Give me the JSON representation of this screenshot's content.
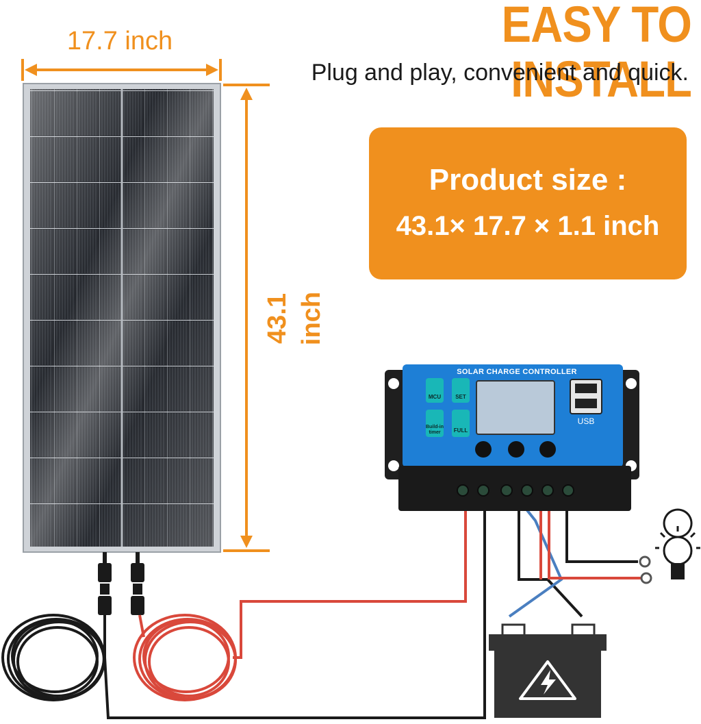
{
  "headline": "EASY TO INSTALL",
  "subline": "Plug and play, convenient and quick.",
  "product_size": {
    "title": "Product size :",
    "dimensions": "43.1× 17.7 × 1.1 inch"
  },
  "dimension_labels": {
    "width": "17.7 inch",
    "height": "43.1 inch"
  },
  "controller": {
    "title": "SOLAR CHARGE CONTROLLER",
    "badges": [
      "MCU",
      "SET",
      "Build-in timer",
      "FULL"
    ],
    "usb_label": "USB"
  },
  "colors": {
    "accent": "#f0901e",
    "controller_face": "#1e7fd6",
    "controller_body": "#1a1a1a",
    "badge": "#19b7b7",
    "lcd": "#b9c9d9",
    "red_cable": "#d9483b",
    "black_cable": "#1a1a1a"
  },
  "icons": [
    "light-bulb-icon",
    "battery-icon",
    "lightning-icon",
    "usb-port-icon"
  ]
}
